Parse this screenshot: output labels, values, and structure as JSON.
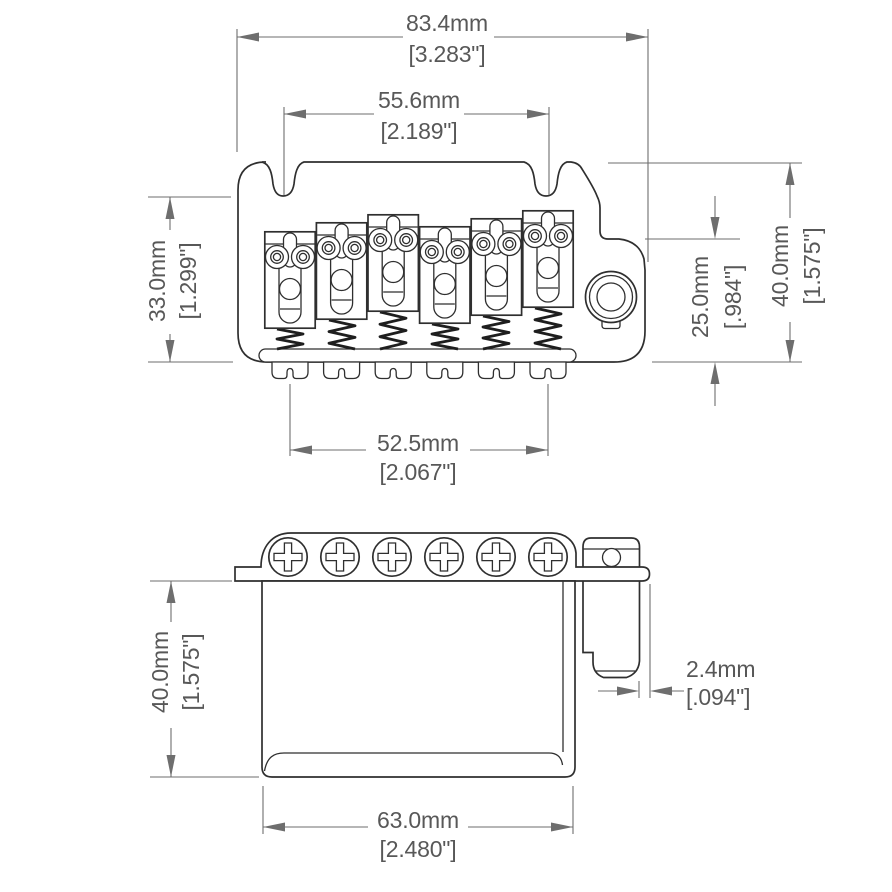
{
  "drawing": {
    "title": "Tremolo bridge dimensional drawing",
    "colors": {
      "outline": "#2f2f2f",
      "dimension_lines": "#6e6e6e",
      "text": "#585858",
      "background": "#ffffff"
    },
    "top_view": {
      "saddle_count": 6,
      "dim_overall_width": {
        "mm": "83.4mm",
        "inches": "[3.283\"]"
      },
      "dim_mounting_screw_spacing": {
        "mm": "55.6mm",
        "inches": "[2.189\"]"
      },
      "dim_height_left": {
        "mm": "33.0mm",
        "inches": "[1.299\"]"
      },
      "dim_step_height": {
        "mm": "25.0mm",
        "inches": "[.984\"]"
      },
      "dim_overall_depth": {
        "mm": "40.0mm",
        "inches": "[1.575\"]"
      },
      "dim_string_spacing": {
        "mm": "52.5mm",
        "inches": "[2.067\"]"
      }
    },
    "side_view": {
      "screw_count": 6,
      "dim_height": {
        "mm": "40.0mm",
        "inches": "[1.575\"]"
      },
      "dim_edge_offset": {
        "mm": "2.4mm",
        "inches": "[.094\"]"
      },
      "dim_block_length": {
        "mm": "63.0mm",
        "inches": "[2.480\"]"
      }
    }
  }
}
